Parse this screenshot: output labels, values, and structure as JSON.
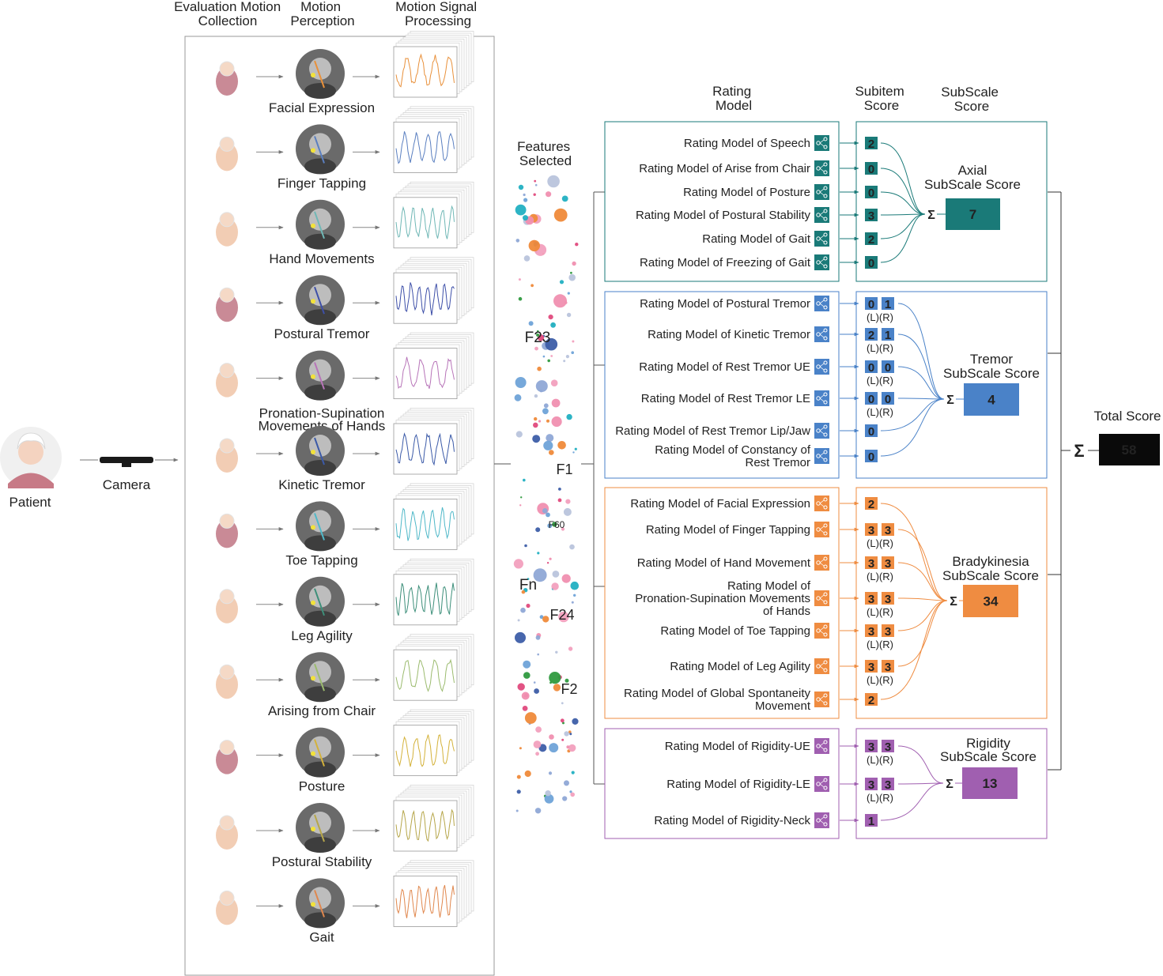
{
  "headers": {
    "col1": [
      "Evaluation Motion",
      "Collection"
    ],
    "col2": [
      "Motion",
      "Perception"
    ],
    "col3": [
      "Motion Signal",
      "Processing"
    ],
    "features": [
      "Features",
      "Selected"
    ],
    "rating": [
      "Rating",
      "Model"
    ],
    "subitem": [
      "Subitem",
      "Score"
    ],
    "subscale": [
      "SubScale",
      "Score"
    ]
  },
  "patient_label": "Patient",
  "camera_label": "Camera",
  "total_label": "Total Score",
  "total_value": "58",
  "sum_symbol": "Σ",
  "side_label": "(L)(R)",
  "tasks": [
    {
      "label": [
        "Facial Expression"
      ],
      "color": "#e8903a"
    },
    {
      "label": [
        "Finger Tapping"
      ],
      "color": "#5a7fc0"
    },
    {
      "label": [
        "Hand Movements"
      ],
      "color": "#6fb7b5"
    },
    {
      "label": [
        "Postural Tremor"
      ],
      "color": "#3d4fa8"
    },
    {
      "label": [
        "Pronation-Supination",
        "Movements of Hands"
      ],
      "color": "#b774b8"
    },
    {
      "label": [
        "Kinetic Tremor"
      ],
      "color": "#3b5aa8"
    },
    {
      "label": [
        "Toe Tapping"
      ],
      "color": "#4fb8c8"
    },
    {
      "label": [
        "Leg Agility"
      ],
      "color": "#3d8f7a"
    },
    {
      "label": [
        "Arising from Chair"
      ],
      "color": "#9bbb6e"
    },
    {
      "label": [
        "Posture"
      ],
      "color": "#d4b23a"
    },
    {
      "label": [
        "Postural Stability"
      ],
      "color": "#b6a64a"
    },
    {
      "label": [
        "Gait"
      ],
      "color": "#e0874d"
    }
  ],
  "feature_labels": [
    {
      "text": "F23",
      "color": "#8fb5e0"
    },
    {
      "text": "F1",
      "color": "#2e9a3e"
    },
    {
      "text": "F60",
      "color": "#3558a8"
    },
    {
      "text": "Fn",
      "color": "#3a66b0"
    },
    {
      "text": "F24",
      "color": "#e0484a"
    },
    {
      "text": "F2",
      "color": "#25b2c4"
    }
  ],
  "groups": [
    {
      "name": [
        "Axial",
        "SubScale Score"
      ],
      "score": "7",
      "color": "#1a7a78",
      "items": [
        {
          "label": [
            "Rating Model of Speech"
          ],
          "scores": [
            "2"
          ]
        },
        {
          "label": [
            "Rating Model of Arise from Chair"
          ],
          "scores": [
            "0"
          ]
        },
        {
          "label": [
            "Rating Model of Posture"
          ],
          "scores": [
            "0"
          ]
        },
        {
          "label": [
            "Rating Model of Postural Stability"
          ],
          "scores": [
            "3"
          ]
        },
        {
          "label": [
            "Rating Model of Gait"
          ],
          "scores": [
            "2"
          ]
        },
        {
          "label": [
            "Rating Model of Freezing of Gait"
          ],
          "scores": [
            "0"
          ]
        }
      ]
    },
    {
      "name": [
        "Tremor",
        "SubScale Score"
      ],
      "score": "4",
      "color": "#4a82c8",
      "items": [
        {
          "label": [
            "Rating Model of Postural Tremor"
          ],
          "scores": [
            "0",
            "1"
          ]
        },
        {
          "label": [
            "Rating Model of Kinetic Tremor"
          ],
          "scores": [
            "2",
            "1"
          ]
        },
        {
          "label": [
            "Rating Model of Rest Tremor UE"
          ],
          "scores": [
            "0",
            "0"
          ]
        },
        {
          "label": [
            "Rating Model of Rest Tremor LE"
          ],
          "scores": [
            "0",
            "0"
          ]
        },
        {
          "label": [
            "Rating Model of Rest Tremor Lip/Jaw"
          ],
          "scores": [
            "0"
          ]
        },
        {
          "label": [
            "Rating Model of Constancy of",
            "Rest Tremor"
          ],
          "scores": [
            "0"
          ]
        }
      ]
    },
    {
      "name": [
        "Bradykinesia",
        "SubScale Score"
      ],
      "score": "34",
      "color": "#ef8c41",
      "items": [
        {
          "label": [
            "Rating Model of Facial Expression"
          ],
          "scores": [
            "2"
          ]
        },
        {
          "label": [
            "Rating Model of Finger Tapping"
          ],
          "scores": [
            "3",
            "3"
          ]
        },
        {
          "label": [
            "Rating Model of Hand Movement"
          ],
          "scores": [
            "3",
            "3"
          ]
        },
        {
          "label": [
            "Rating Model of",
            "Pronation-Supination Movements",
            "of Hands"
          ],
          "scores": [
            "3",
            "3"
          ]
        },
        {
          "label": [
            "Rating Model of Toe Tapping"
          ],
          "scores": [
            "3",
            "3"
          ]
        },
        {
          "label": [
            "Rating Model of Leg Agility"
          ],
          "scores": [
            "3",
            "3"
          ]
        },
        {
          "label": [
            "Rating Model of Global Spontaneity",
            "Movement"
          ],
          "scores": [
            "2"
          ]
        }
      ]
    },
    {
      "name": [
        "Rigidity",
        "SubScale Score"
      ],
      "score": "13",
      "color": "#a05fb0",
      "items": [
        {
          "label": [
            "Rating Model of Rigidity-UE"
          ],
          "scores": [
            "3",
            "3"
          ]
        },
        {
          "label": [
            "Rating Model of Rigidity-LE"
          ],
          "scores": [
            "3",
            "3"
          ]
        },
        {
          "label": [
            "Rating Model of Rigidity-Neck"
          ],
          "scores": [
            "1"
          ]
        }
      ]
    }
  ]
}
